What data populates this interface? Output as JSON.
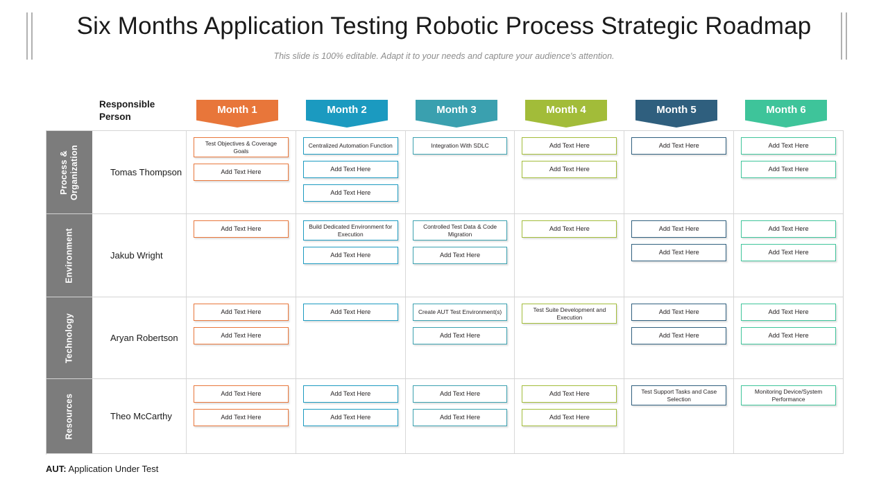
{
  "header": {
    "title": "Six Months Application Testing Robotic Process Strategic Roadmap",
    "subtitle": "This slide is 100% editable. Adapt it to your needs and capture your audience's attention."
  },
  "table": {
    "responsible_person_label": "Responsible Person",
    "months": [
      {
        "label": "Month 1",
        "color": "#E8763A"
      },
      {
        "label": "Month 2",
        "color": "#1B9AC0"
      },
      {
        "label": "Month 3",
        "color": "#3AA0AF"
      },
      {
        "label": "Month 4",
        "color": "#A2BC39"
      },
      {
        "label": "Month 5",
        "color": "#2F5F7E"
      },
      {
        "label": "Month 6",
        "color": "#3EC49A"
      }
    ],
    "rows": [
      {
        "category": "Process & Organization",
        "person": "Tomas Thompson",
        "cells": [
          [
            "Test Objectives & Coverage Goals",
            "Add Text Here"
          ],
          [
            "Centralized Automation Function",
            "Add Text Here",
            "Add Text Here"
          ],
          [
            "Integration With SDLC"
          ],
          [
            "Add Text Here",
            "Add Text Here"
          ],
          [
            "Add Text Here"
          ],
          [
            "Add Text Here",
            "Add Text Here"
          ]
        ]
      },
      {
        "category": "Environment",
        "person": "Jakub Wright",
        "cells": [
          [
            "Add Text Here"
          ],
          [
            "Build Dedicated Environment for Execution",
            "Add Text Here"
          ],
          [
            "Controlled Test Data & Code Migration",
            "Add Text Here"
          ],
          [
            "Add Text Here"
          ],
          [
            "Add Text Here",
            "Add Text Here"
          ],
          [
            "Add Text Here",
            "Add Text Here"
          ]
        ]
      },
      {
        "category": "Technology",
        "person": "Aryan Robertson",
        "cells": [
          [
            "Add Text Here",
            "Add Text Here"
          ],
          [
            "Add Text Here"
          ],
          [
            "Create AUT Test Environment(s)",
            "Add Text Here"
          ],
          [
            "Test Suite Development and Execution"
          ],
          [
            "Add Text Here",
            "Add Text Here"
          ],
          [
            "Add Text Here",
            "Add Text Here"
          ]
        ]
      },
      {
        "category": "Resources",
        "person": "Theo McCarthy",
        "cells": [
          [
            "Add Text Here",
            "Add Text Here"
          ],
          [
            "Add Text Here",
            "Add Text Here"
          ],
          [
            "Add Text Here",
            "Add Text Here"
          ],
          [
            "Add Text Here",
            "Add Text Here"
          ],
          [
            "Test Support Tasks and Case Selection"
          ],
          [
            "Monitoring Device/System Performance"
          ]
        ]
      }
    ]
  },
  "footer": {
    "abbr": "AUT:",
    "expansion": "Application Under Test"
  }
}
